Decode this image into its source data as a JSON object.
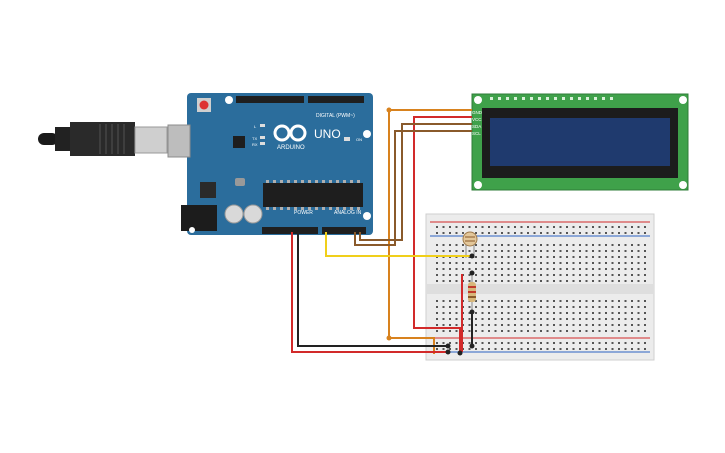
{
  "arduino": {
    "brand": "ARDUINO",
    "model": "UNO",
    "digital_label": "DIGITAL (PWM~)",
    "power_label": "POWER",
    "analog_label": "ANALOG IN",
    "on_label": "ON",
    "tx_label": "TX",
    "rx_label": "RX",
    "l_label": "L"
  },
  "lcd": {
    "pins": [
      "GND",
      "VCC",
      "SDA",
      "SCL"
    ]
  },
  "colors": {
    "board": "#2b6d9c",
    "lcd_pcb": "#3fa14a",
    "lcd_screen": "#1f3a6e",
    "wire_orange": "#d8821e",
    "wire_red": "#d22a2a",
    "wire_brown": "#8a5a2b",
    "wire_yellow": "#f0cf1a",
    "wire_black": "#222222",
    "breadboard": "#ececec"
  }
}
